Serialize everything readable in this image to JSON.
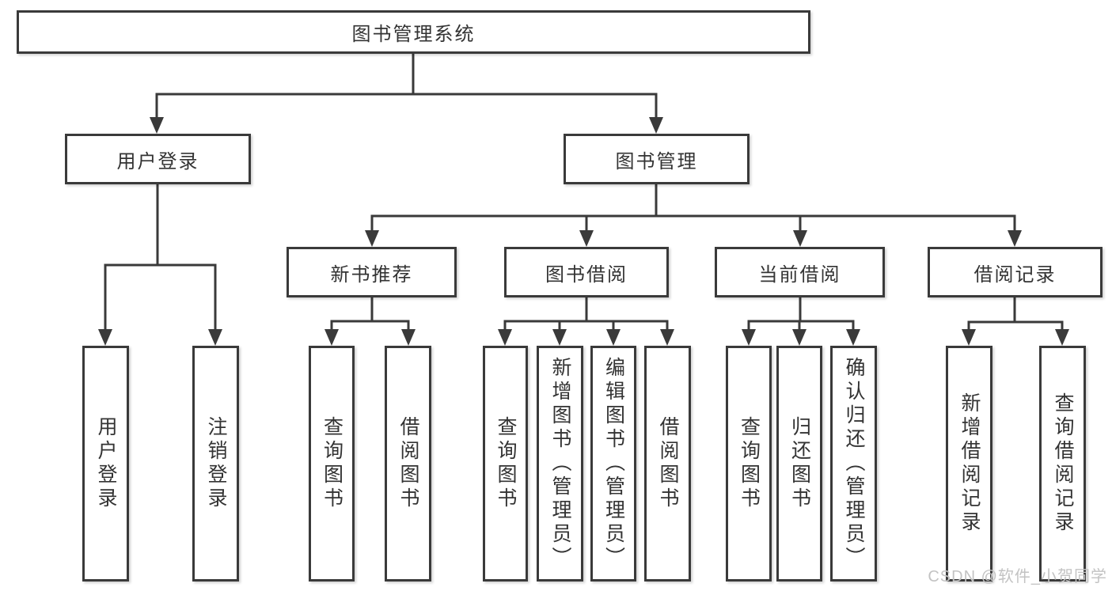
{
  "diagram_type": "hierarchy-tree",
  "tree": {
    "label": "图书管理系统",
    "children": [
      {
        "label": "用户登录",
        "children": [
          {
            "label": "用户登录"
          },
          {
            "label": "注销登录"
          }
        ]
      },
      {
        "label": "图书管理",
        "children": [
          {
            "label": "新书推荐",
            "children": [
              {
                "label": "查询图书"
              },
              {
                "label": "借阅图书"
              }
            ]
          },
          {
            "label": "图书借阅",
            "children": [
              {
                "label": "查询图书"
              },
              {
                "label": "新增图书（管理员）"
              },
              {
                "label": "编辑图书（管理员）"
              },
              {
                "label": "借阅图书"
              }
            ]
          },
          {
            "label": "当前借阅",
            "children": [
              {
                "label": "查询图书"
              },
              {
                "label": "归还图书"
              },
              {
                "label": "确认归还（管理员）"
              }
            ]
          },
          {
            "label": "借阅记录",
            "children": [
              {
                "label": "新增借阅记录"
              },
              {
                "label": "查询借阅记录"
              }
            ]
          }
        ]
      }
    ]
  },
  "watermark": {
    "text": "CSDN @软件_小贺同学"
  },
  "style": {
    "line_color": "#3a3a3a",
    "box_border_color": "#3a3a3a",
    "text_color": "#333333",
    "watermark_color": "#c3c3c3",
    "background": "#ffffff"
  }
}
